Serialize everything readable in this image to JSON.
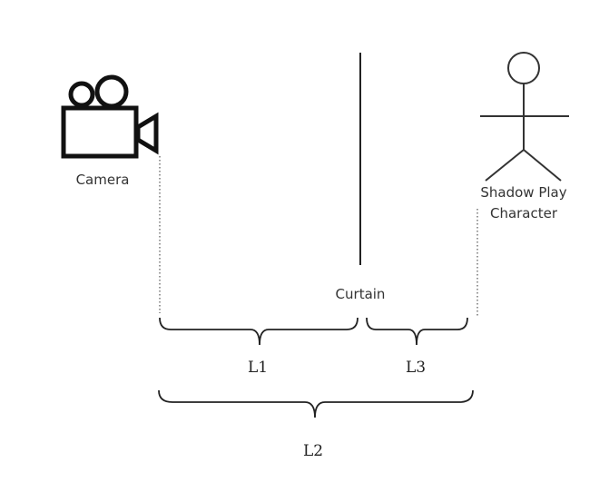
{
  "labels": {
    "camera": "Camera",
    "character_line1": "Shadow Play",
    "character_line2": "Character",
    "curtain": "Curtain",
    "l1": "L1",
    "l2": "L2",
    "l3": "L3"
  },
  "icons": {
    "camera": "video-camera-icon",
    "character": "stick-figure-icon"
  },
  "colors": {
    "ink": "#222222",
    "text": "#333333",
    "guide": "#777777"
  }
}
